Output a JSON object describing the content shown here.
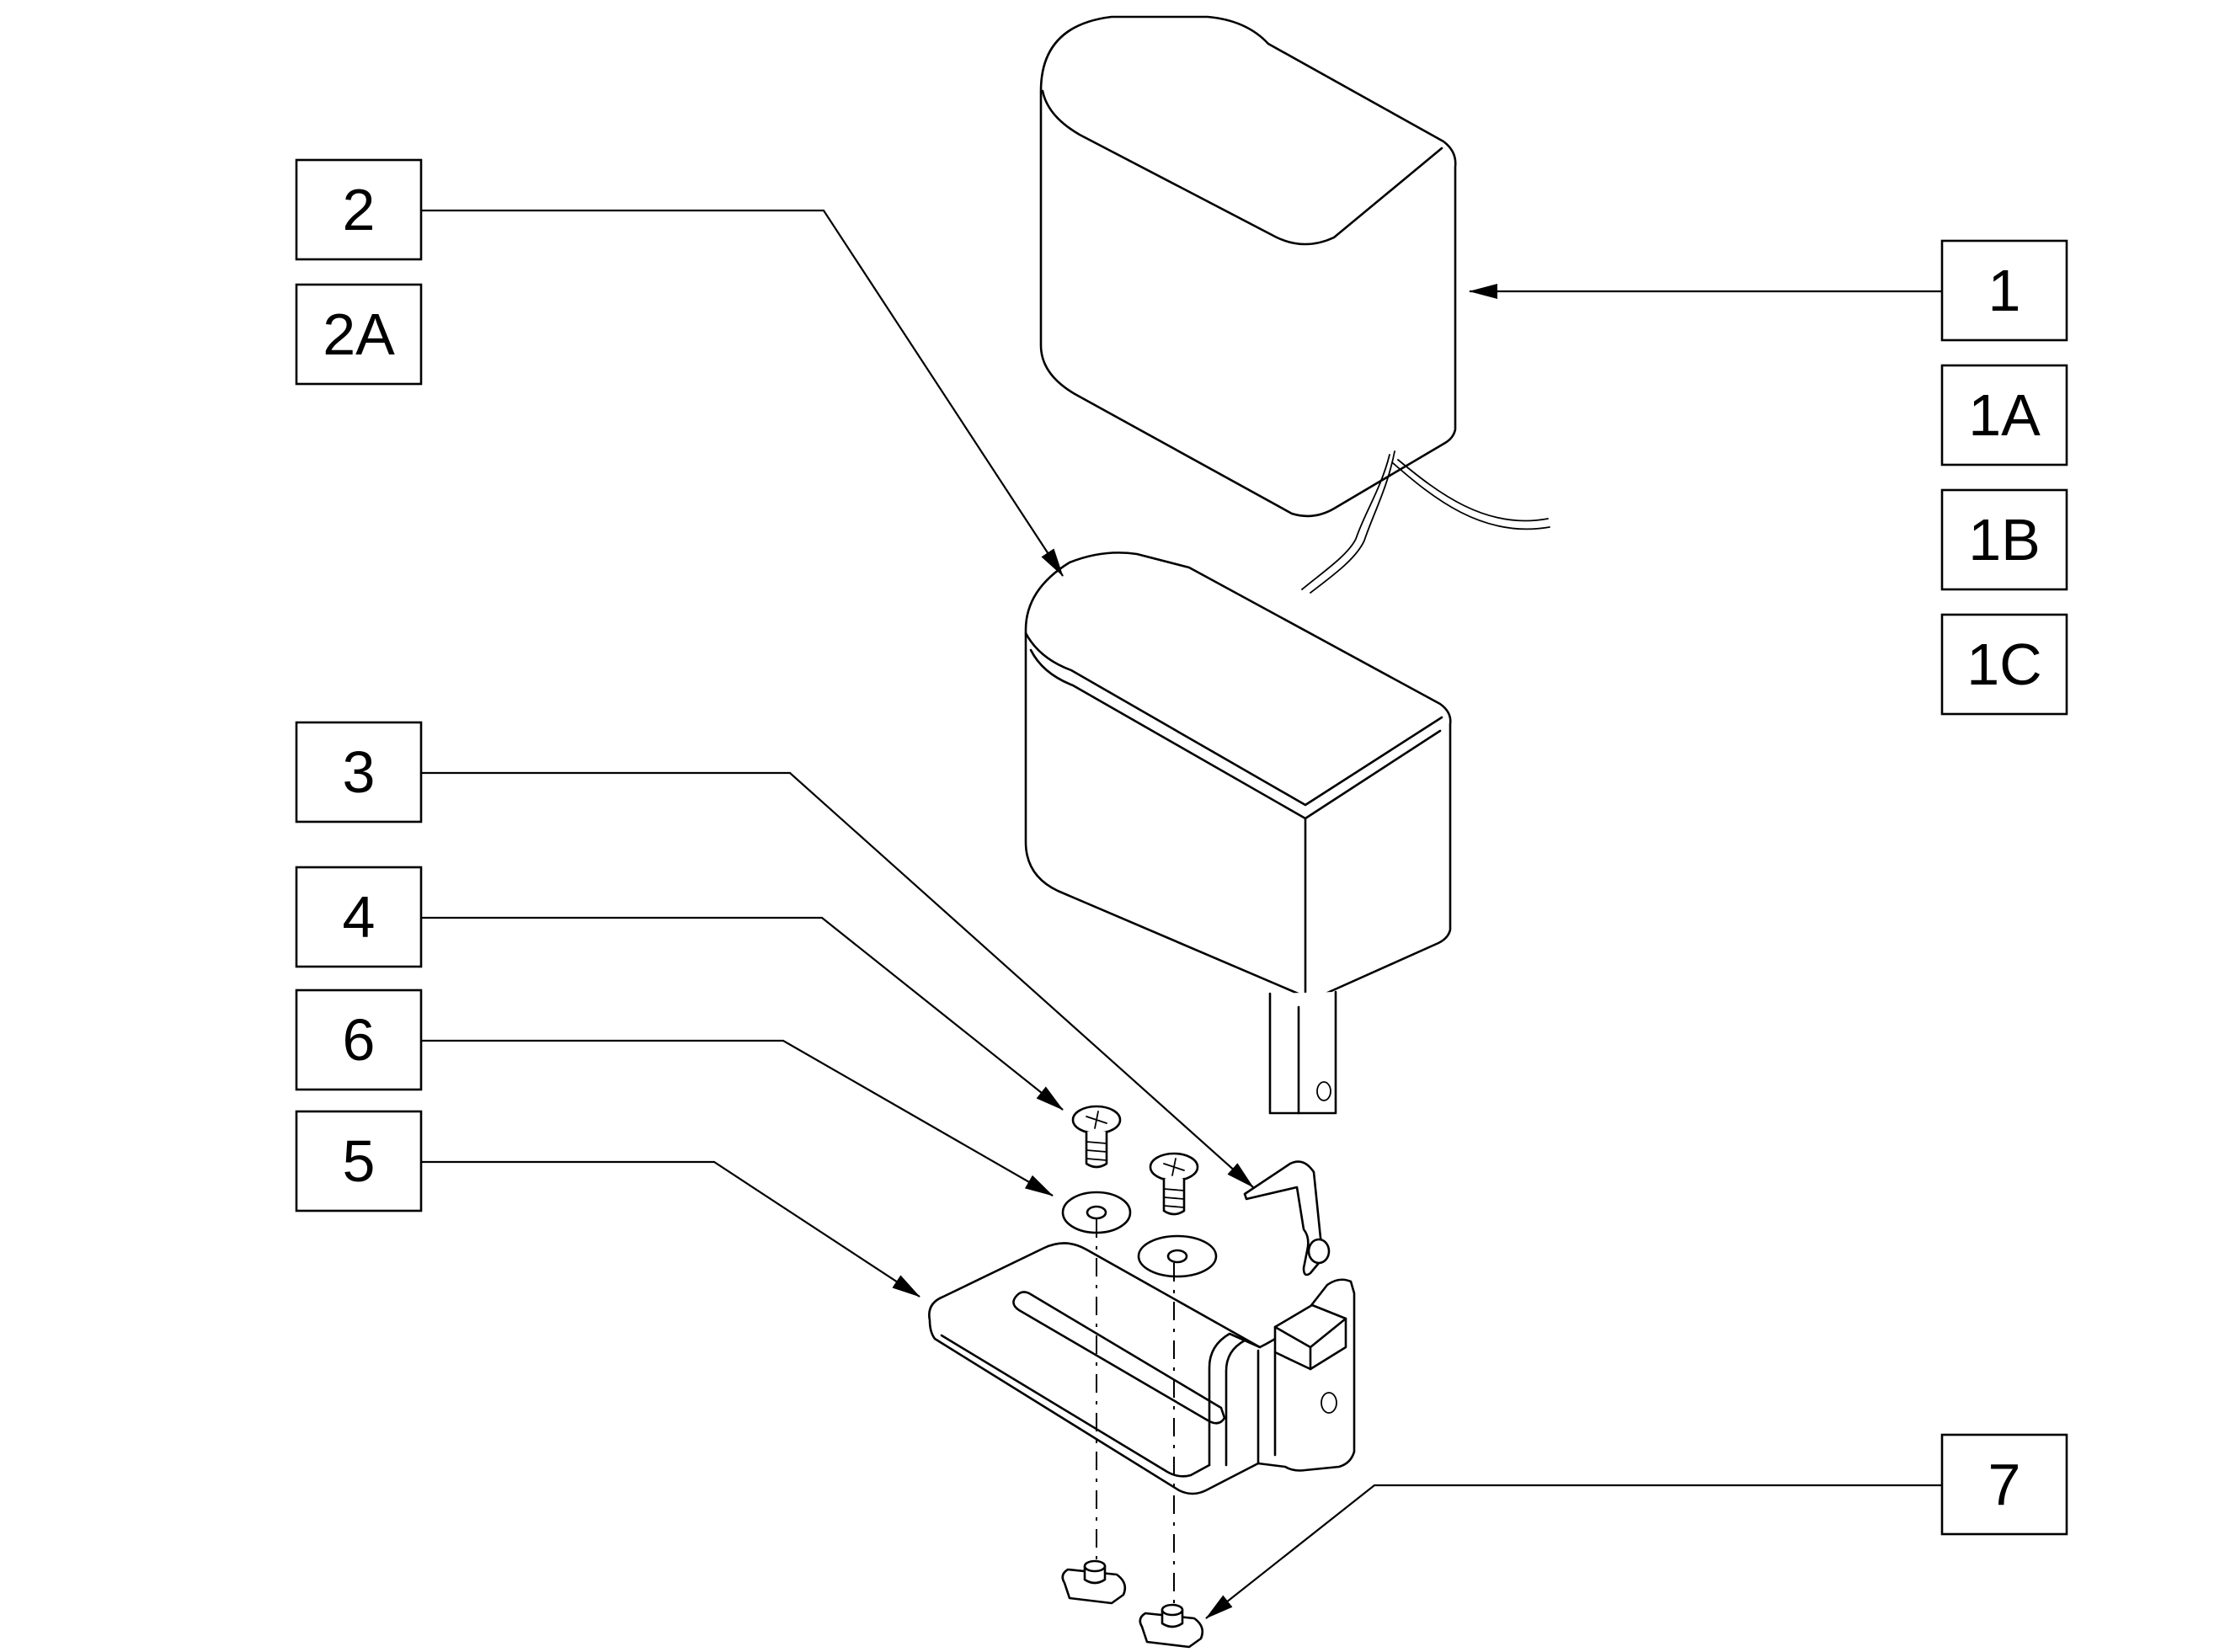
{
  "callouts": {
    "c1": "1",
    "c1a": "1A",
    "c1b": "1B",
    "c1c": "1C",
    "c2": "2",
    "c2a": "2A",
    "c3": "3",
    "c4": "4",
    "c5": "5",
    "c6": "6",
    "c7": "7"
  },
  "colors": {
    "line": "#000000",
    "background": "#ffffff"
  }
}
